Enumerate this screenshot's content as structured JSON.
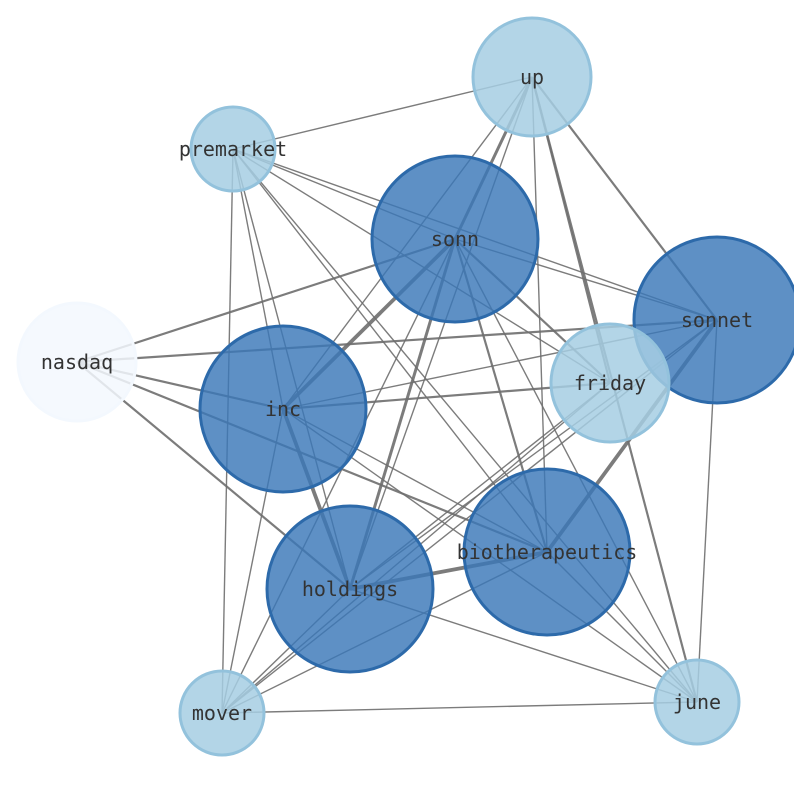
{
  "nodes": [
    {
      "id": "up",
      "label": "up",
      "color": "#a6cee3"
    },
    {
      "id": "premarket",
      "label": "premarket",
      "color": "#a6cee3"
    },
    {
      "id": "sonn",
      "label": "sonn",
      "color": "#3a78b8"
    },
    {
      "id": "sonnet",
      "label": "sonnet",
      "color": "#3a78b8"
    },
    {
      "id": "nasdaq",
      "label": "nasdaq",
      "color": "#f3f8fe"
    },
    {
      "id": "friday",
      "label": "friday",
      "color": "#a6cee3"
    },
    {
      "id": "inc",
      "label": "inc",
      "color": "#3a78b8"
    },
    {
      "id": "biotherapeutics",
      "label": "biotherapeutics",
      "color": "#3a78b8"
    },
    {
      "id": "holdings",
      "label": "holdings",
      "color": "#3a78b8"
    },
    {
      "id": "mover",
      "label": "mover",
      "color": "#a6cee3"
    },
    {
      "id": "june",
      "label": "june",
      "color": "#a6cee3"
    }
  ],
  "edges": [
    {
      "source": "up",
      "target": "premarket",
      "weight": 1
    },
    {
      "source": "up",
      "target": "sonn",
      "weight": 3
    },
    {
      "source": "up",
      "target": "sonnet",
      "weight": 2
    },
    {
      "source": "up",
      "target": "inc",
      "weight": 1
    },
    {
      "source": "up",
      "target": "holdings",
      "weight": 1
    },
    {
      "source": "up",
      "target": "biotherapeutics",
      "weight": 1
    },
    {
      "source": "up",
      "target": "friday",
      "weight": 2
    },
    {
      "source": "up",
      "target": "june",
      "weight": 2
    },
    {
      "source": "premarket",
      "target": "sonn",
      "weight": 1
    },
    {
      "source": "premarket",
      "target": "sonnet",
      "weight": 1
    },
    {
      "source": "premarket",
      "target": "friday",
      "weight": 1
    },
    {
      "source": "premarket",
      "target": "inc",
      "weight": 1
    },
    {
      "source": "premarket",
      "target": "holdings",
      "weight": 1
    },
    {
      "source": "premarket",
      "target": "biotherapeutics",
      "weight": 1
    },
    {
      "source": "premarket",
      "target": "mover",
      "weight": 1
    },
    {
      "source": "premarket",
      "target": "june",
      "weight": 1
    },
    {
      "source": "sonn",
      "target": "nasdaq",
      "weight": 2
    },
    {
      "source": "sonn",
      "target": "inc",
      "weight": 4
    },
    {
      "source": "sonn",
      "target": "holdings",
      "weight": 3
    },
    {
      "source": "sonn",
      "target": "biotherapeutics",
      "weight": 2
    },
    {
      "source": "sonn",
      "target": "friday",
      "weight": 2
    },
    {
      "source": "sonn",
      "target": "sonnet",
      "weight": 1
    },
    {
      "source": "sonn",
      "target": "june",
      "weight": 1
    },
    {
      "source": "sonn",
      "target": "mover",
      "weight": 1
    },
    {
      "source": "sonnet",
      "target": "nasdaq",
      "weight": 2
    },
    {
      "source": "sonnet",
      "target": "inc",
      "weight": 1
    },
    {
      "source": "sonnet",
      "target": "biotherapeutics",
      "weight": 4
    },
    {
      "source": "sonnet",
      "target": "holdings",
      "weight": 1
    },
    {
      "source": "sonnet",
      "target": "mover",
      "weight": 1
    },
    {
      "source": "sonnet",
      "target": "june",
      "weight": 1
    },
    {
      "source": "nasdaq",
      "target": "inc",
      "weight": 2
    },
    {
      "source": "nasdaq",
      "target": "holdings",
      "weight": 2
    },
    {
      "source": "nasdaq",
      "target": "biotherapeutics",
      "weight": 2
    },
    {
      "source": "friday",
      "target": "inc",
      "weight": 2
    },
    {
      "source": "friday",
      "target": "holdings",
      "weight": 1
    },
    {
      "source": "friday",
      "target": "mover",
      "weight": 1
    },
    {
      "source": "inc",
      "target": "holdings",
      "weight": 4
    },
    {
      "source": "inc",
      "target": "biotherapeutics",
      "weight": 1
    },
    {
      "source": "inc",
      "target": "june",
      "weight": 1
    },
    {
      "source": "inc",
      "target": "mover",
      "weight": 1
    },
    {
      "source": "holdings",
      "target": "biotherapeutics",
      "weight": 4
    },
    {
      "source": "holdings",
      "target": "june",
      "weight": 1
    },
    {
      "source": "holdings",
      "target": "mover",
      "weight": 1
    },
    {
      "source": "biotherapeutics",
      "target": "june",
      "weight": 1
    },
    {
      "source": "biotherapeutics",
      "target": "mover",
      "weight": 1
    },
    {
      "source": "mover",
      "target": "june",
      "weight": 1
    }
  ]
}
